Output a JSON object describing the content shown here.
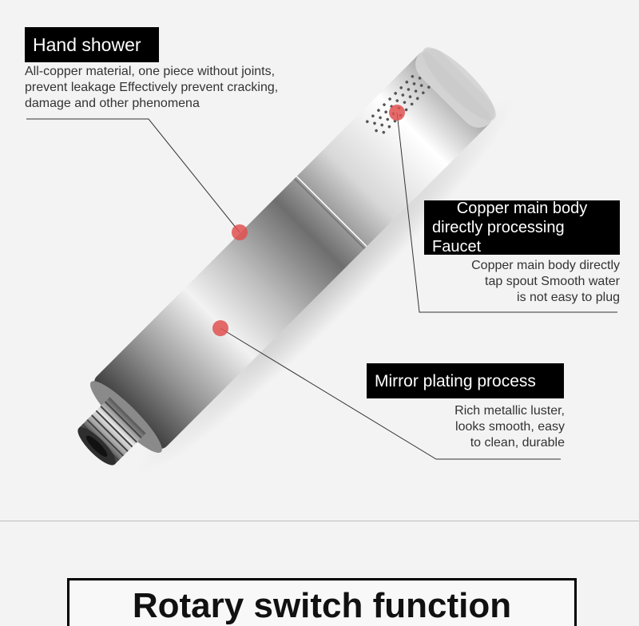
{
  "callouts": {
    "hand_shower": {
      "title": "Hand shower",
      "lines": [
        "All-copper material, one piece without joints,",
        "prevent leakage Effectively prevent cracking,",
        "damage and other phenomena"
      ]
    },
    "copper_body": {
      "title_lines": [
        "Copper main body",
        "directly processing Faucet"
      ],
      "lines": [
        "Copper main body directly",
        "tap spout Smooth water",
        "is not easy to plug"
      ]
    },
    "mirror_plating": {
      "title": "Mirror plating process",
      "lines": [
        "Rich metallic luster,",
        "looks smooth, easy",
        "to clean, durable"
      ]
    }
  },
  "section_title": "Rotary switch function",
  "colors": {
    "marker": "#e05050",
    "title_bg": "#000000",
    "background": "#f3f3f3"
  }
}
